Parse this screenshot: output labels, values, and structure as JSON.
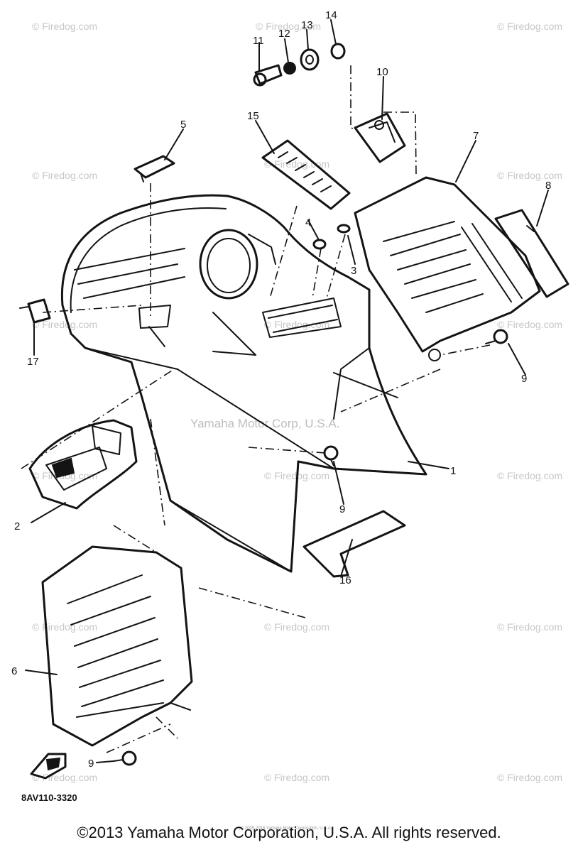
{
  "diagram_code": "8AV110-3320",
  "copyright": "©2013 Yamaha Motor Corporation, U.S.A. All rights reserved.",
  "center_watermark": "Yamaha Motor Corp, U.S.A.",
  "tiny_notice": "(c) 2005-2015 Yamaha Motor Corporation, U.S.A.",
  "watermark": "© Firedog.com",
  "callouts": {
    "c1": "1",
    "c2": "2",
    "c3": "3",
    "c4": "4",
    "c5": "5",
    "c6": "6",
    "c7": "7",
    "c8": "8",
    "c9a": "9",
    "c9b": "9",
    "c9c": "9",
    "c10": "10",
    "c11": "11",
    "c12": "12",
    "c13": "13",
    "c14": "14",
    "c15": "15",
    "c16": "16",
    "c17": "17"
  },
  "colors": {
    "ink": "#141414",
    "watermark": "#c7c7c7"
  }
}
